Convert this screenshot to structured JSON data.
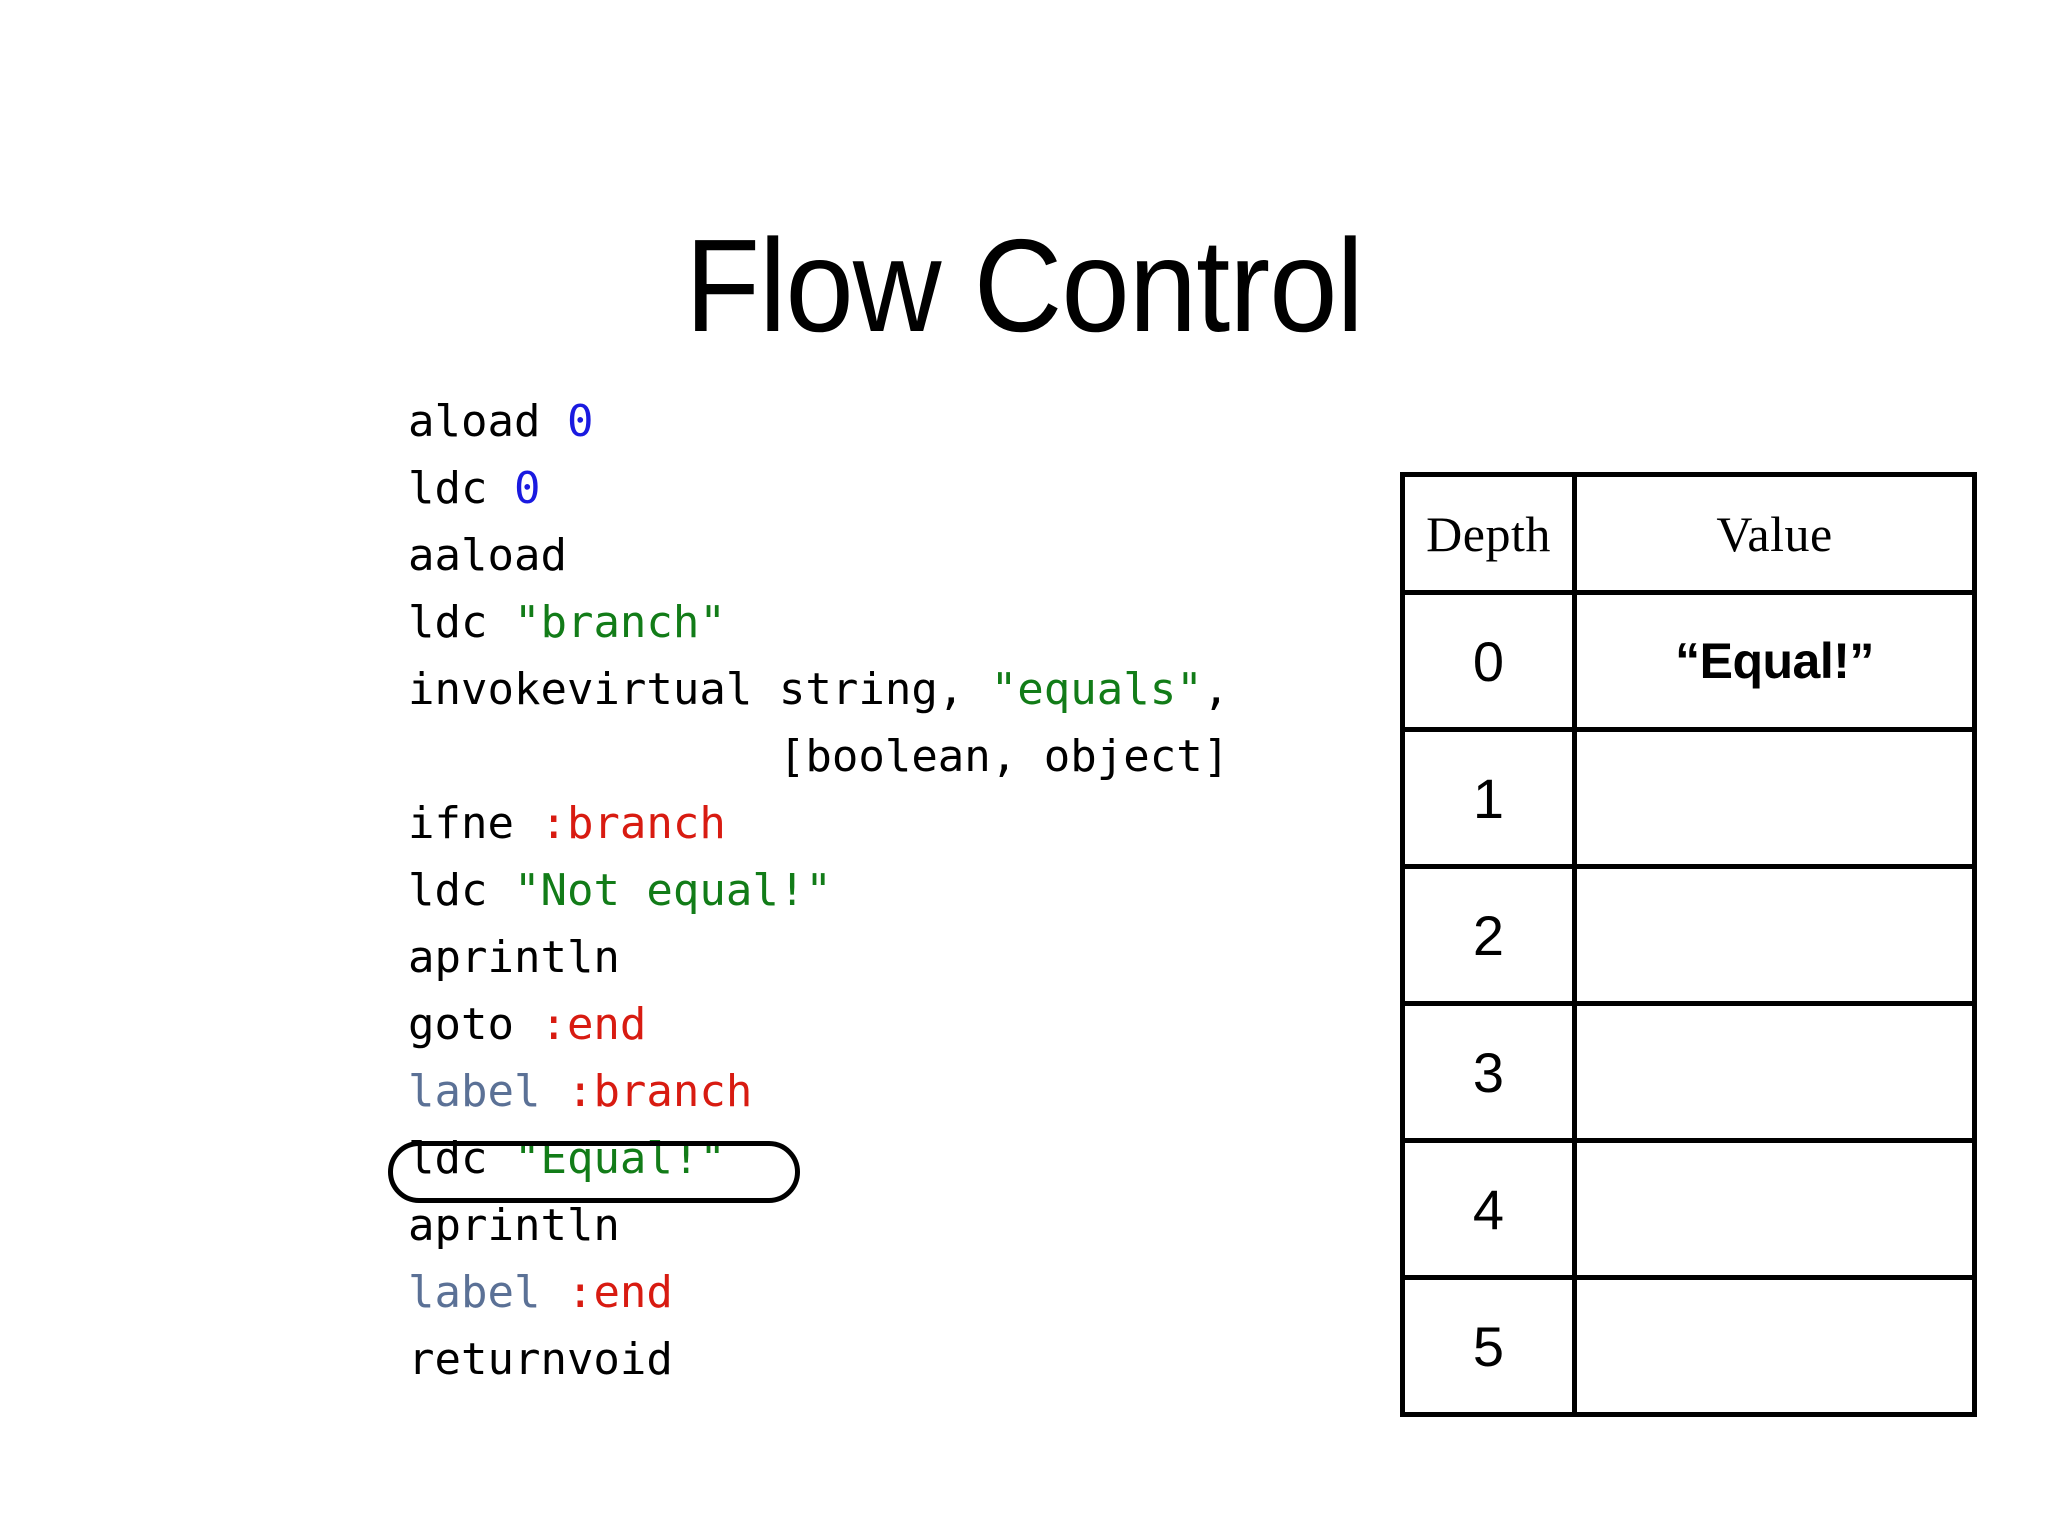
{
  "slide": {
    "title": "Flow Control",
    "background_color": "#ffffff"
  },
  "colors": {
    "text": "#000000",
    "number_literal": "#1a1ae0",
    "string_literal": "#127c18",
    "label_reference": "#d81b11",
    "keyword_label": "#5b7196",
    "table_border": "#000000"
  },
  "code": {
    "language": "jasmin-like-bytecode",
    "highlighted_line_index": 11,
    "lines": [
      {
        "index": 0,
        "plain": "aload 0",
        "tokens": [
          {
            "t": "aload ",
            "c": "op"
          },
          {
            "t": "0",
            "c": "num"
          }
        ]
      },
      {
        "index": 1,
        "plain": "ldc 0",
        "tokens": [
          {
            "t": "ldc ",
            "c": "op"
          },
          {
            "t": "0",
            "c": "num"
          }
        ]
      },
      {
        "index": 2,
        "plain": "aaload",
        "tokens": [
          {
            "t": "aaload",
            "c": "op"
          }
        ]
      },
      {
        "index": 3,
        "plain": "ldc \"branch\"",
        "tokens": [
          {
            "t": "ldc ",
            "c": "op"
          },
          {
            "t": "\"branch\"",
            "c": "str"
          }
        ]
      },
      {
        "index": 4,
        "plain": "invokevirtual string, \"equals\",",
        "tokens": [
          {
            "t": "invokevirtual string, ",
            "c": "op"
          },
          {
            "t": "\"equals\"",
            "c": "str"
          },
          {
            "t": ",",
            "c": "op"
          }
        ]
      },
      {
        "index": 5,
        "plain": "              [boolean, object]",
        "tokens": [
          {
            "t": "              [boolean, object]",
            "c": "op"
          }
        ]
      },
      {
        "index": 6,
        "plain": "ifne :branch",
        "tokens": [
          {
            "t": "ifne ",
            "c": "op"
          },
          {
            "t": ":branch",
            "c": "lbl"
          }
        ]
      },
      {
        "index": 7,
        "plain": "ldc \"Not equal!\"",
        "tokens": [
          {
            "t": "ldc ",
            "c": "op"
          },
          {
            "t": "\"Not equal!\"",
            "c": "str"
          }
        ]
      },
      {
        "index": 8,
        "plain": "aprintln",
        "tokens": [
          {
            "t": "aprintln",
            "c": "op"
          }
        ]
      },
      {
        "index": 9,
        "plain": "goto :end",
        "tokens": [
          {
            "t": "goto ",
            "c": "op"
          },
          {
            "t": ":end",
            "c": "lbl"
          }
        ]
      },
      {
        "index": 10,
        "plain": "label :branch",
        "tokens": [
          {
            "t": "label",
            "c": "kw"
          },
          {
            "t": " ",
            "c": "op"
          },
          {
            "t": ":branch",
            "c": "lbl"
          }
        ]
      },
      {
        "index": 11,
        "plain": "ldc \"Equal!\"",
        "tokens": [
          {
            "t": "ldc ",
            "c": "op"
          },
          {
            "t": "\"Equal!\"",
            "c": "str"
          }
        ]
      },
      {
        "index": 12,
        "plain": "aprintln",
        "tokens": [
          {
            "t": "aprintln",
            "c": "op"
          }
        ]
      },
      {
        "index": 13,
        "plain": "label :end",
        "tokens": [
          {
            "t": "label",
            "c": "kw"
          },
          {
            "t": " ",
            "c": "op"
          },
          {
            "t": ":end",
            "c": "lbl"
          }
        ]
      },
      {
        "index": 14,
        "plain": "returnvoid",
        "tokens": [
          {
            "t": "returnvoid",
            "c": "op"
          }
        ]
      }
    ]
  },
  "stack_table": {
    "headers": [
      "Depth",
      "Value"
    ],
    "rows": [
      {
        "depth": "0",
        "value": "“Equal!”"
      },
      {
        "depth": "1",
        "value": ""
      },
      {
        "depth": "2",
        "value": ""
      },
      {
        "depth": "3",
        "value": ""
      },
      {
        "depth": "4",
        "value": ""
      },
      {
        "depth": "5",
        "value": ""
      }
    ]
  }
}
